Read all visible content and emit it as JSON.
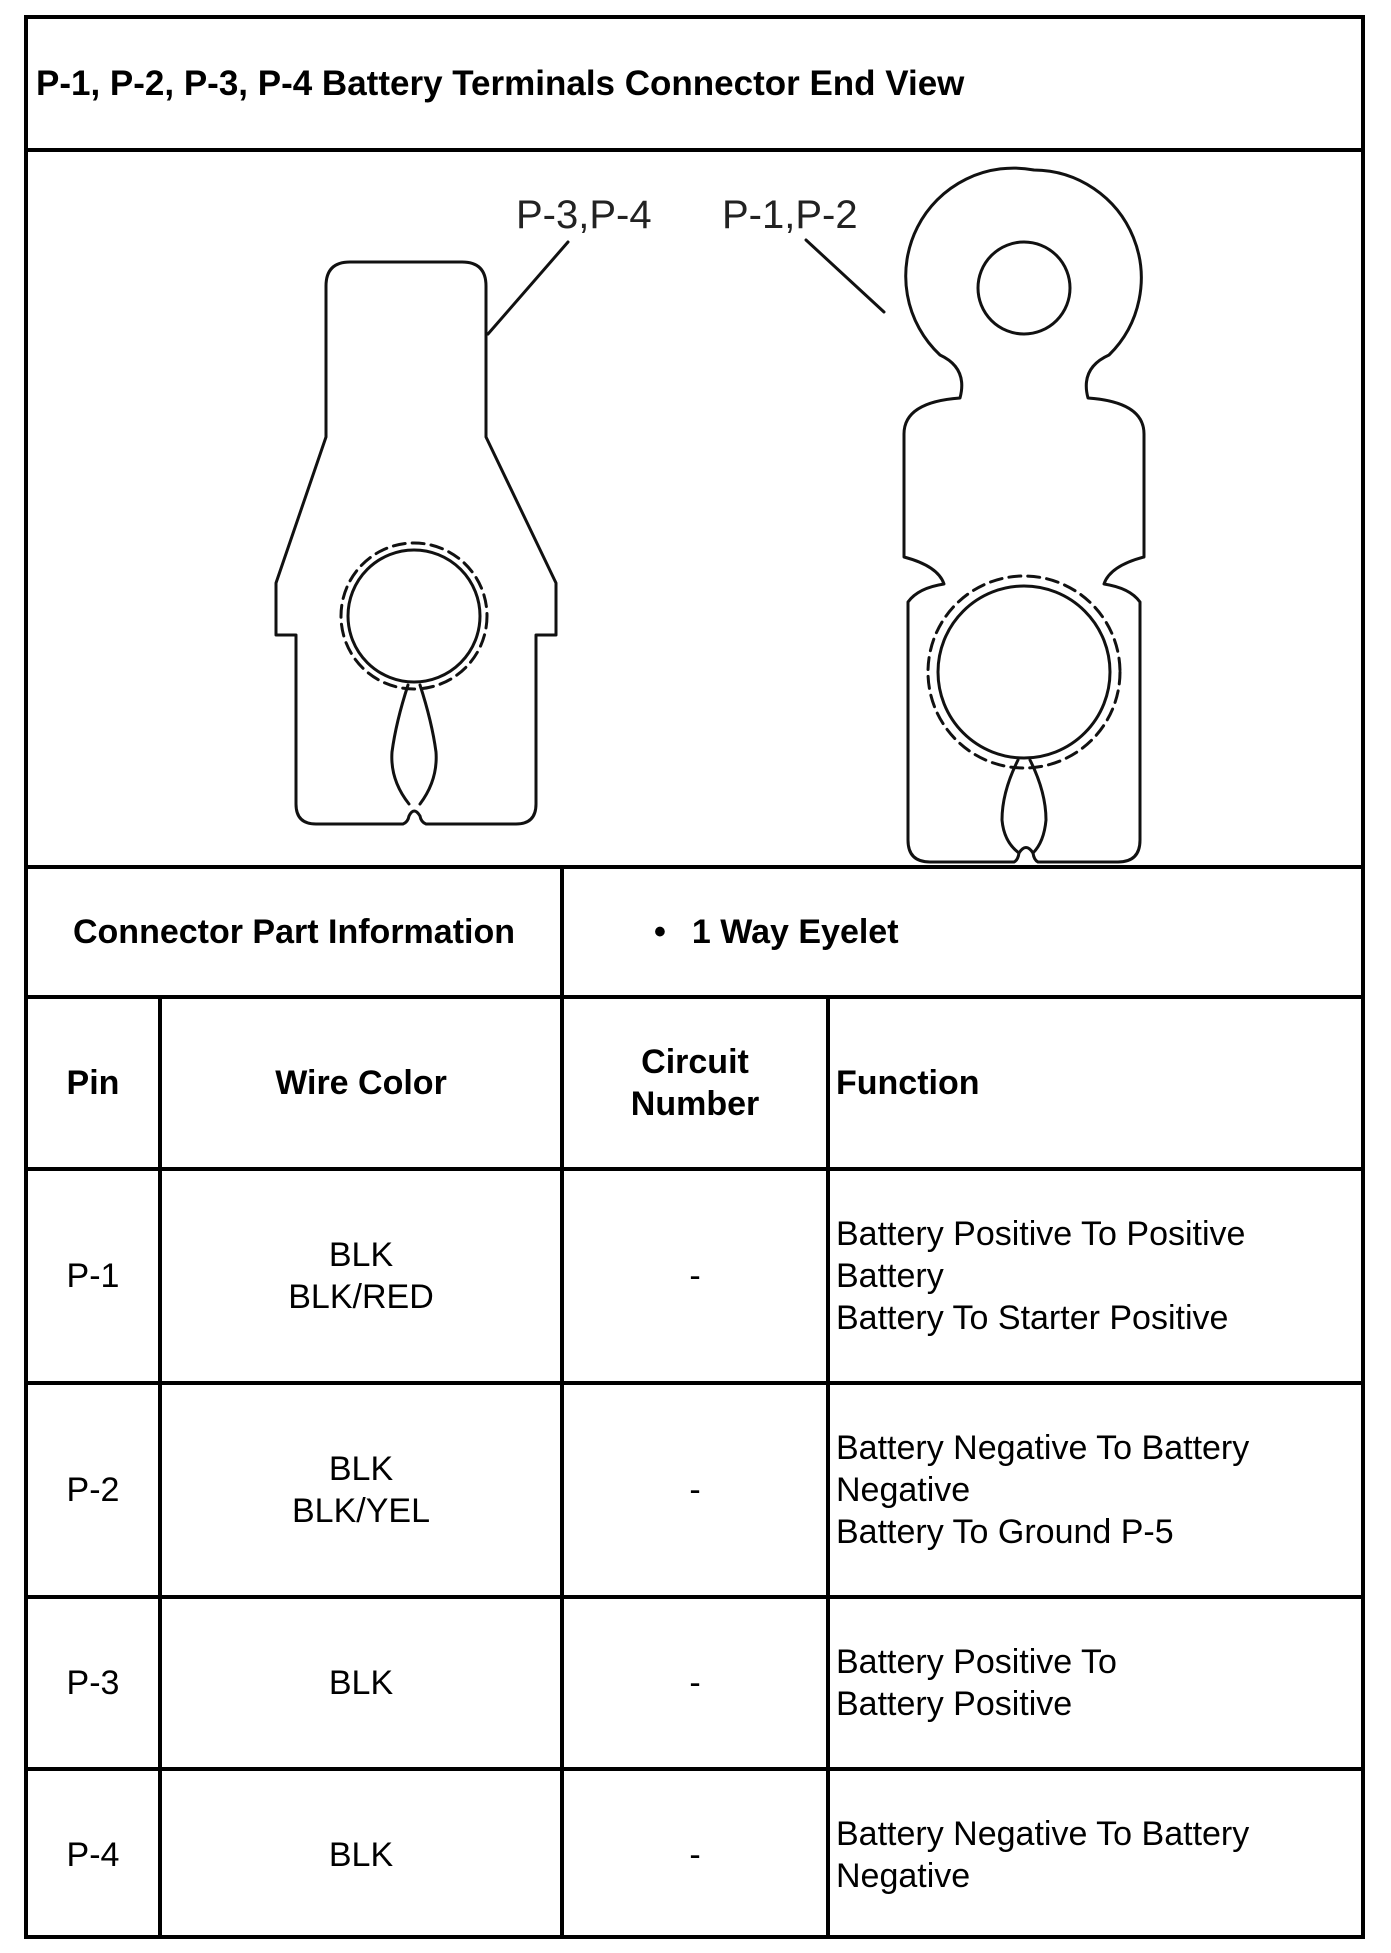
{
  "title": "P-1, P-2, P-3, P-4 Battery Terminals Connector End View",
  "diagram": {
    "callouts": {
      "p3_p4": "P-3,P-4",
      "p1_p2": "P-1,P-2"
    }
  },
  "connector_info": {
    "label": "Connector Part Information",
    "bullet": "•",
    "value": "1 Way Eyelet"
  },
  "table": {
    "headers": {
      "pin": "Pin",
      "wire_color": "Wire Color",
      "circuit_line1": "Circuit",
      "circuit_line2": "Number",
      "function": "Function"
    },
    "rows": [
      {
        "pin": "P-1",
        "wire": [
          "BLK",
          "BLK/RED"
        ],
        "circuit": "-",
        "function": [
          "Battery Positive To Positive",
          "Battery",
          "Battery To Starter Positive"
        ]
      },
      {
        "pin": "P-2",
        "wire": [
          "BLK",
          "BLK/YEL"
        ],
        "circuit": "-",
        "function": [
          "Battery Negative To Battery",
          "Negative",
          "Battery To Ground P-5"
        ]
      },
      {
        "pin": "P-3",
        "wire": [
          "BLK"
        ],
        "circuit": "-",
        "function": [
          "Battery Positive To",
          "Battery Positive"
        ]
      },
      {
        "pin": "P-4",
        "wire": [
          "BLK"
        ],
        "circuit": "-",
        "function": [
          "Battery Negative To Battery",
          "Negative"
        ]
      }
    ]
  }
}
